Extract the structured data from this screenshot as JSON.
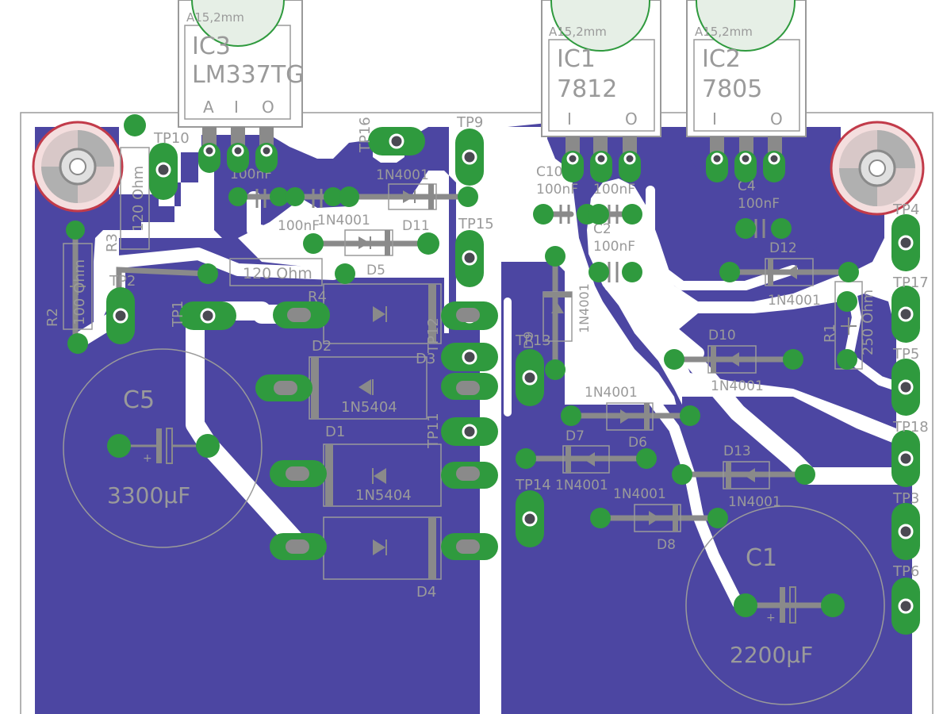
{
  "board": {
    "colors": {
      "background": "#ffffff",
      "copper": "#4c46a2",
      "pad": "#2f9a3e",
      "pad_dark": "#1a7a2c",
      "drill": "#ffffff",
      "silkscreen": "#9a9a9a",
      "part": "#8a8a8a",
      "mounting_hole": "#c23b4a"
    }
  },
  "regulators": {
    "ic3": {
      "package": "A15,2mm",
      "ref": "IC3",
      "value": "LM337TG",
      "pin1": "A",
      "pin2": "I",
      "pin3": "O"
    },
    "ic1": {
      "package": "A15,2mm",
      "ref": "IC1",
      "value": "7812",
      "pin1": "I",
      "pin3": "O"
    },
    "ic2": {
      "package": "A15,2mm",
      "ref": "IC2",
      "value": "7805",
      "pin1": "I",
      "pin3": "O"
    }
  },
  "capacitors": {
    "c5": {
      "ref": "C5",
      "value": "3300µF",
      "polarity": "+"
    },
    "c1": {
      "ref": "C1",
      "value": "2200µF",
      "polarity": "+"
    },
    "c3": {
      "ref": "C3",
      "value": "100nF"
    },
    "c3b": {
      "value": "100nF"
    },
    "c10": {
      "ref": "C10",
      "value": "100nF"
    },
    "c8": {
      "ref": "C8",
      "value": "100nF"
    },
    "c2": {
      "ref": "C2",
      "value": "100nF"
    },
    "c4": {
      "ref": "C4",
      "value": "100nF"
    }
  },
  "resistors": {
    "r3": {
      "ref": "R3",
      "value": "120 Ohm"
    },
    "r2": {
      "ref": "R2",
      "value": "100 Ohm"
    },
    "r4": {
      "ref": "R4",
      "value": "120 Ohm"
    },
    "r1": {
      "ref": "R1",
      "value": "250 Ohm"
    }
  },
  "diodes": {
    "d11": {
      "ref": "D11",
      "value": "1N4001"
    },
    "d5": {
      "ref": "D5",
      "value": "1N4001"
    },
    "d2": {
      "ref": "D2"
    },
    "d1": {
      "ref": "D1",
      "value": "1N5404"
    },
    "d3": {
      "ref": "D3"
    },
    "d4": {
      "ref": "D4",
      "value": "1N5404"
    },
    "d9": {
      "ref": "D9",
      "value": "1N4001"
    },
    "d12": {
      "ref": "D12",
      "value": "1N4001"
    },
    "d10": {
      "ref": "D10",
      "value": "1N4001"
    },
    "d6": {
      "ref": "D6",
      "value": "1N4001"
    },
    "d7": {
      "ref": "D7",
      "value": "1N4001"
    },
    "d13": {
      "ref": "D13",
      "value": "1N4001"
    },
    "d8": {
      "ref": "D8",
      "value": "1N4001"
    }
  },
  "testpoints": {
    "tp10": "TP10",
    "tp2": "TP2",
    "tp1": "TP1",
    "tp16": "TP16",
    "tp9": "TP9",
    "tp15": "TP15",
    "tp12": "TP12",
    "tp11": "TP11",
    "tp13": "TP13",
    "tp14": "TP14",
    "tp4": "TP4",
    "tp17": "TP17",
    "tp5": "TP5",
    "tp18": "TP18",
    "tp3": "TP3",
    "tp6": "TP6"
  }
}
